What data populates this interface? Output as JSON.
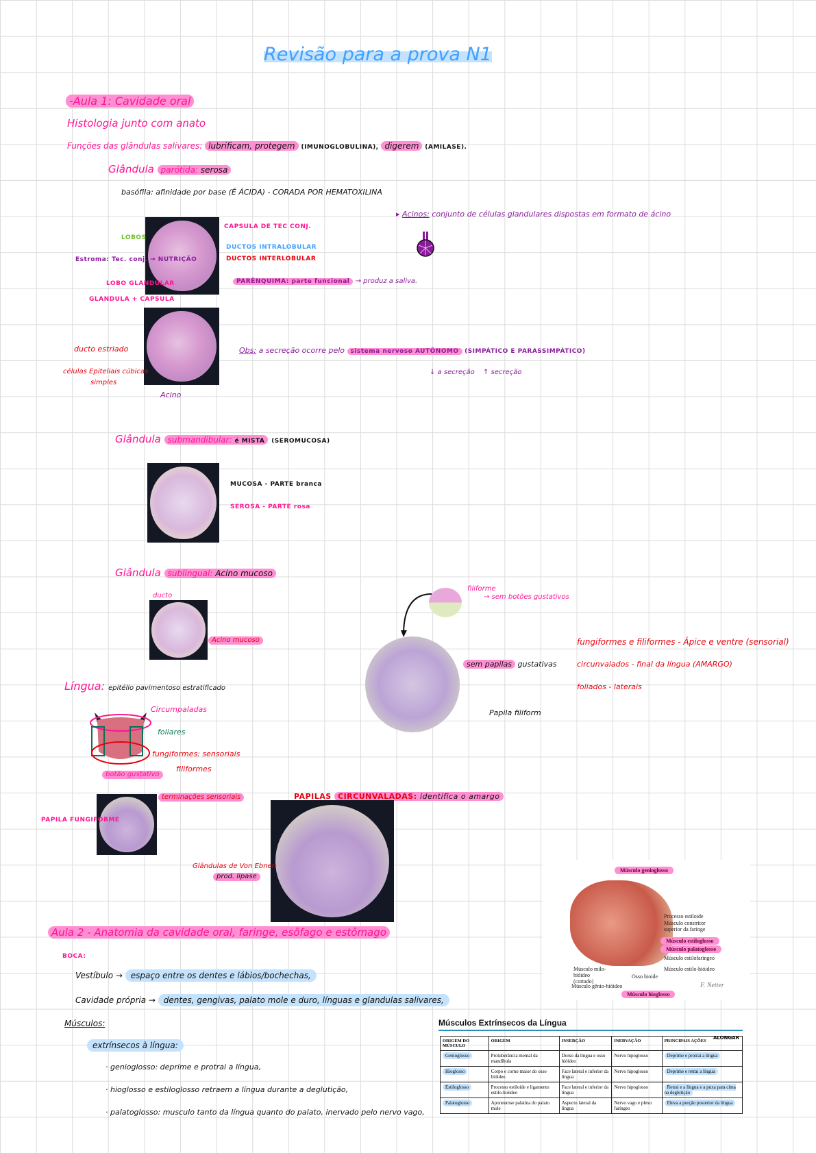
{
  "title": "Revisão para a prova N1",
  "aula1": {
    "heading": "-Aula 1: Cavidade oral",
    "subtitle": "Histologia junto com anato",
    "funcoes_label": "Funções das glândulas salivares:",
    "funcoes_hl1": "lubrificam, protegem",
    "funcoes_p1": "(IMUNOGLOBULINA),",
    "funcoes_hl2": "digerem",
    "funcoes_p2": "(AMILASE).",
    "parotida": {
      "label": "Glândula",
      "hl": "parótida:",
      "value": "serosa",
      "basofila": "basófila: afinidade por base (É ÁCIDA) - CORADA POR HEMATOXILINA",
      "labels": {
        "capsula": "CAPSULA DE TEC CONJ.",
        "lobos": "LOBOS",
        "ductos_intra": "DUCTOS INTRALOBULAR",
        "ductos_inter": "DUCTOS INTERLOBULAR",
        "estroma": "Estroma: Tec. conj. → NUTRIÇÃO",
        "lobo_glandular": "LOBO GLANDULAR",
        "glandula_capsula": "GLANDULA + CAPSULA",
        "parenquima": "PARÊNQUIMA: parte funcional",
        "parenquima_tail": "→ produz a saliva.",
        "ducto_estriado": "ducto estriado",
        "celulas": "células Epiteliais cúbicas",
        "celulas2": "simples",
        "acino": "Acino"
      }
    },
    "acinos": {
      "label": "Acinos:",
      "text": "conjunto de células glandulares dispostas em formato de ácino"
    },
    "obs": {
      "label": "Obs:",
      "text": "a secreção ocorre pelo",
      "hl": "sistema nervoso AUTÔNOMO",
      "paren": "(SIMPÁTICO E PARASSIMPÁTICO)",
      "down": "↓ a secreção",
      "up": "↑ secreção"
    },
    "submandibular": {
      "label": "Glândula",
      "hl": "submandibular:",
      "value": "é MISTA",
      "paren": "(SEROMUCOSA)",
      "mucosa": "MUCOSA - PARTE branca",
      "serosa": "SEROSA - PARTE rosa"
    },
    "sublingual": {
      "label": "Glândula",
      "hl": "sublingual:",
      "value": "Acino mucoso",
      "ducto": "ducto",
      "acino_mucoso": "Acino mucoso"
    },
    "lingua": {
      "label": "Língua:",
      "text": "epitélio pavimentoso estratificado",
      "circum": "Circumpaladas",
      "foliares": "foliares",
      "fungiformes": "fungiformes: sensoriais",
      "filiformes": "filiformes",
      "botao": "botão gustativo",
      "papila_fungiforme": "PAPILA FUNGIFORME",
      "terminacoes": "terminações sensoriais",
      "filiforme": "filiforme",
      "sem_botoes": "→ sem botões gustativos",
      "sem_papilas_hl": "sem papilas",
      "sem_papilas": "gustativas",
      "papila_filiform": "Papila filiform",
      "notes": [
        "fungiformes e filiformes - Ápice e ventre (sensorial)",
        "circunvalados - final da língua (AMARGO)",
        "foliados - laterais"
      ],
      "circunvaladas": {
        "pre": "PAPILAS",
        "hl": "CIRCUNVALADAS:",
        "text": "identifica o amargo"
      },
      "von_ebner": "Glândulas de Von Ebner:",
      "lipase": "prod. lipase"
    }
  },
  "aula2": {
    "heading": "Aula 2 - Anatomia da cavidade oral, faringe, esôfago e estômago",
    "boca": "BOCA:",
    "vestibulo_label": "Vestíbulo →",
    "vestibulo": "espaço entre os dentes e lábios/bochechas,",
    "cavidade_label": "Cavidade própria →",
    "cavidade": "dentes, gengivas, palato mole e duro, línguas e glandulas salivares,",
    "musculos": "Músculos:",
    "intrinsecos": "extrínsecos à língua:",
    "items": [
      "· genioglosso: deprime e protrai a língua,",
      "· hioglosso e estiloglosso retraem a língua durante a deglutição,",
      "· palatoglosso: musculo tanto da língua quanto do palato, inervado pelo nervo vago,"
    ]
  },
  "figure": {
    "labels": {
      "genioglosso": "Músculo genioglosso",
      "processo": "Processo estiloide",
      "constritor": "Músculo constritor superior da faringe",
      "estiloglosso": "Músculo estiloglosso",
      "palatoglosso": "Músculo palatoglosso",
      "estilofaringeo": "Músculo estilofaríngeo",
      "estilohioideo": "Músculo estilo-hióideo",
      "milo": "Músculo milo-hióideo (cortado)",
      "osso": "Osso hioide",
      "genio": "Músculo gênio-hióideo",
      "hioglosso": "Músculo hioglosso",
      "signature": "F. Netter"
    }
  },
  "table": {
    "title": "Músculos Extrínsecos da Língua",
    "annotation": "ALONGAR",
    "headers": [
      "ORIGEM DO MÚSCULO",
      "ORIGEM",
      "INSERÇÃO",
      "INERVAÇÃO",
      "PRINCIPAIS AÇÕES"
    ],
    "rows": [
      [
        "Genioglosso",
        "Protuberância mental da mandíbula",
        "Dorso da língua e osso hióideo",
        "Nervo hipoglosso",
        "Deprime e protrai a língua"
      ],
      [
        "Hioglosso",
        "Corpo e corno maior do osso hióideo",
        "Face lateral e inferior da língua",
        "Nervo hipoglosso",
        "Deprime e retrai a língua"
      ],
      [
        "Estiloglosso",
        "Processo estiloide e ligamento estilo-hióideo",
        "Face lateral e inferior da língua",
        "Nervo hipoglosso",
        "Retrai e a língua e a puxa para cima na deglutição"
      ],
      [
        "Palatoglosso",
        "Aponeurose palatina do palato mole",
        "Aspecto lateral da língua",
        "Nervo vago e plexo faríngeo",
        "Eleva a porção posterior da língua"
      ]
    ]
  }
}
